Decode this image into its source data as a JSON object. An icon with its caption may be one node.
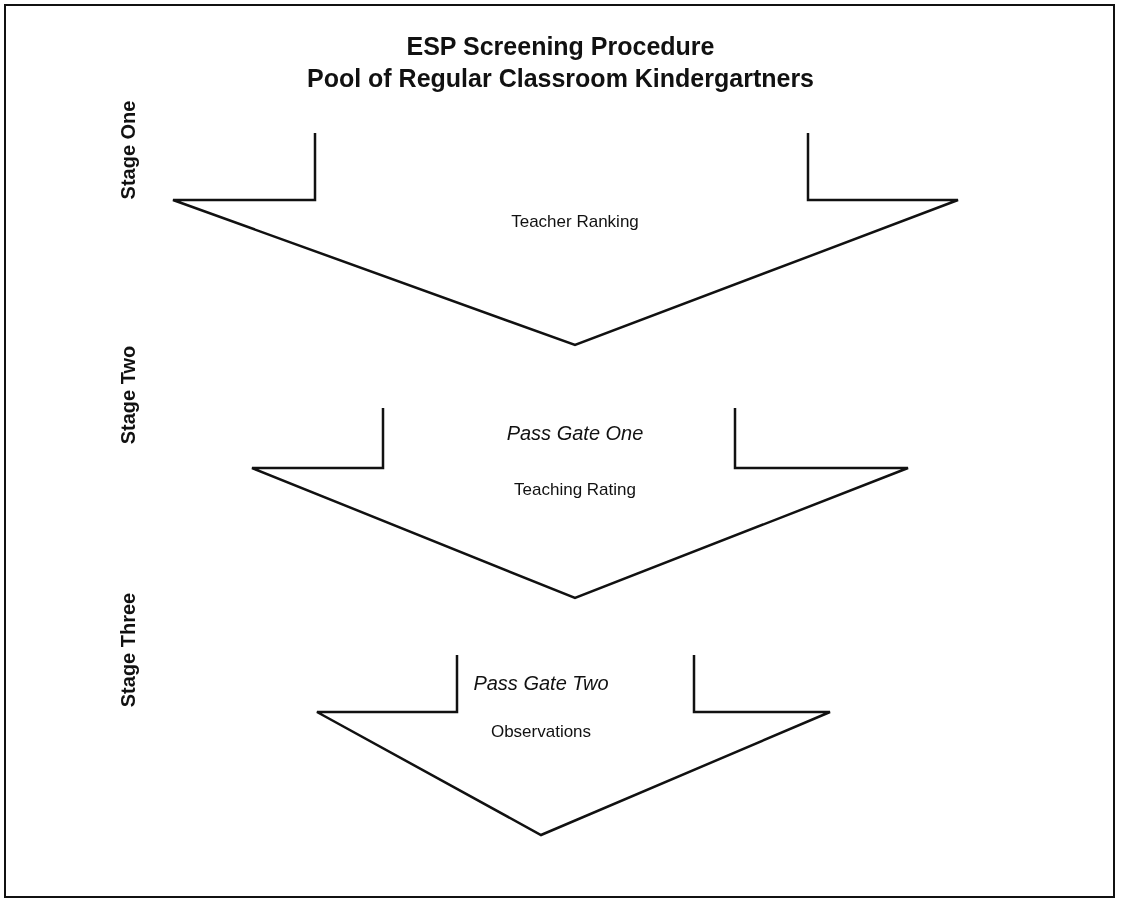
{
  "diagram": {
    "title": "ESP Screening Procedure",
    "nodes": [
      {
        "text": [
          "Teacher Ranking"
        ]
      },
      {
        "text": [
          "Pass Gate One",
          "Teaching Rating"
        ]
      },
      {
        "text": [
          "Pass Gate Two",
          "Observations"
        ]
      }
    ],
    "labels": [
      "Pool of Regular Classroom Kindergartners",
      "Stage One",
      "Stage Two",
      "Stage Three"
    ]
  }
}
